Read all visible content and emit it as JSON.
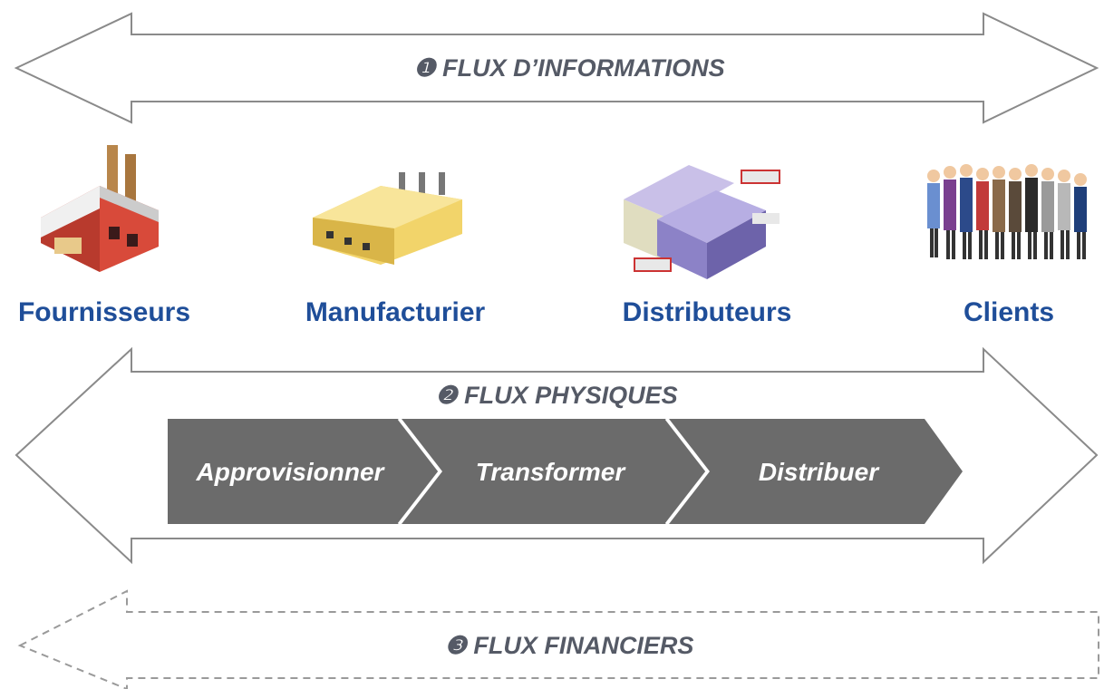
{
  "flows": {
    "information": {
      "number": "❶",
      "label": "FLUX D’INFORMATIONS"
    },
    "physical": {
      "number": "❷",
      "label": "FLUX PHYSIQUES"
    },
    "financial": {
      "number": "❸",
      "label": "FLUX FINANCIERS"
    }
  },
  "actors": [
    {
      "label": "Fournisseurs",
      "icon": "factory-icon"
    },
    {
      "label": "Manufacturier",
      "icon": "manufacturing-plant-icon"
    },
    {
      "label": "Distributeurs",
      "icon": "warehouse-trucks-icon"
    },
    {
      "label": "Clients",
      "icon": "people-group-icon"
    }
  ],
  "steps": [
    {
      "label": "Approvisionner"
    },
    {
      "label": "Transformer"
    },
    {
      "label": "Distribuer"
    }
  ],
  "colors": {
    "actor_text": "#1f4e99",
    "flow_text": "#555a66",
    "arrow_stroke": "#808080",
    "step_fill": "#6b6b6b"
  }
}
